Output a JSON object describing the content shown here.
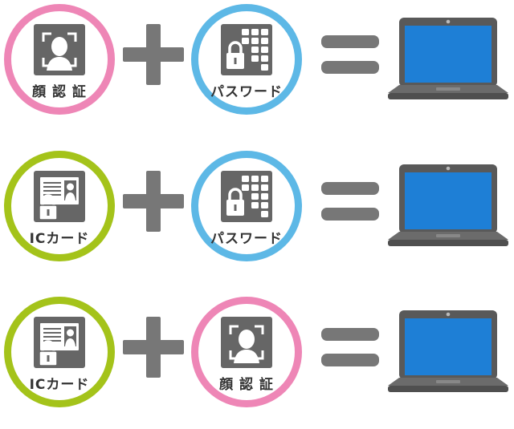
{
  "colors": {
    "pink": "#ee86b6",
    "blue": "#5db8e6",
    "green": "#a4c31a",
    "icon_gray": "#666666",
    "operator_gray": "#777777",
    "screen_blue": "#1e7fd6"
  },
  "rows": [
    {
      "left": {
        "icon": "face-recognition-icon",
        "label": "顔 認 証",
        "color": "pink"
      },
      "right": {
        "icon": "password-keypad-icon",
        "label": "パスワード",
        "color": "blue"
      }
    },
    {
      "left": {
        "icon": "ic-card-icon",
        "label": "ICカード",
        "color": "green"
      },
      "right": {
        "icon": "password-keypad-icon",
        "label": "パスワード",
        "color": "blue"
      }
    },
    {
      "left": {
        "icon": "ic-card-icon",
        "label": "ICカード",
        "color": "green"
      },
      "right": {
        "icon": "face-recognition-icon",
        "label": "顔 認 証",
        "color": "pink"
      }
    }
  ]
}
